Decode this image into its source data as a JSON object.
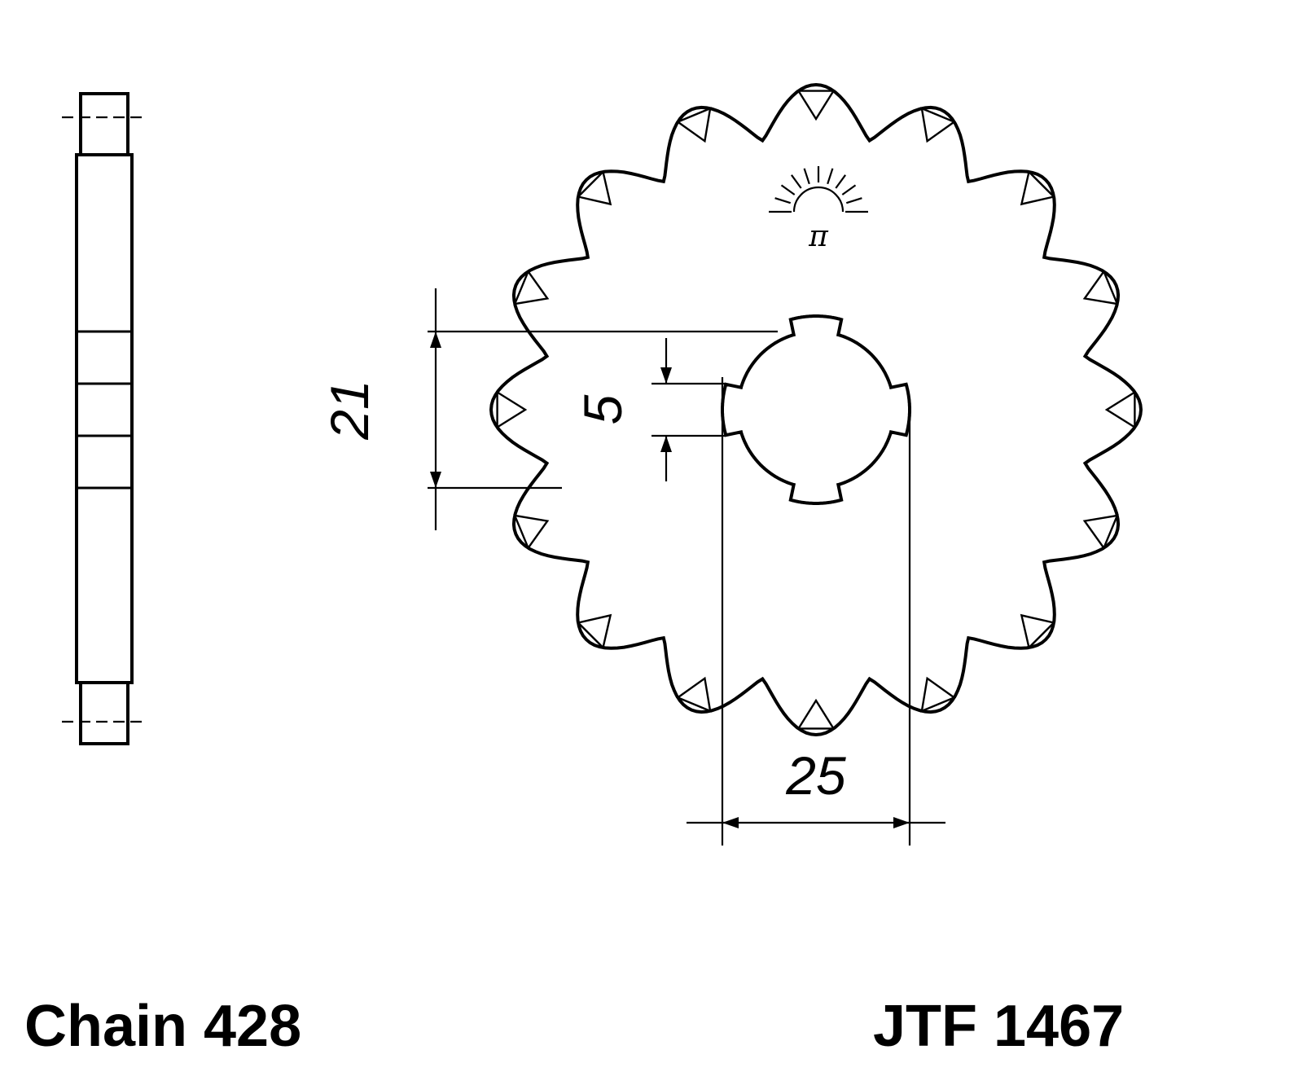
{
  "diagram": {
    "bottom_left_label": "Chain 428",
    "bottom_right_label": "JTF 1467",
    "dimensions": {
      "minor_diameter": "21",
      "spline_notch": "5",
      "bore_diameter": "25"
    },
    "logo": {
      "glyph": "π"
    },
    "colors": {
      "line": "#000000",
      "background": "#ffffff"
    }
  }
}
